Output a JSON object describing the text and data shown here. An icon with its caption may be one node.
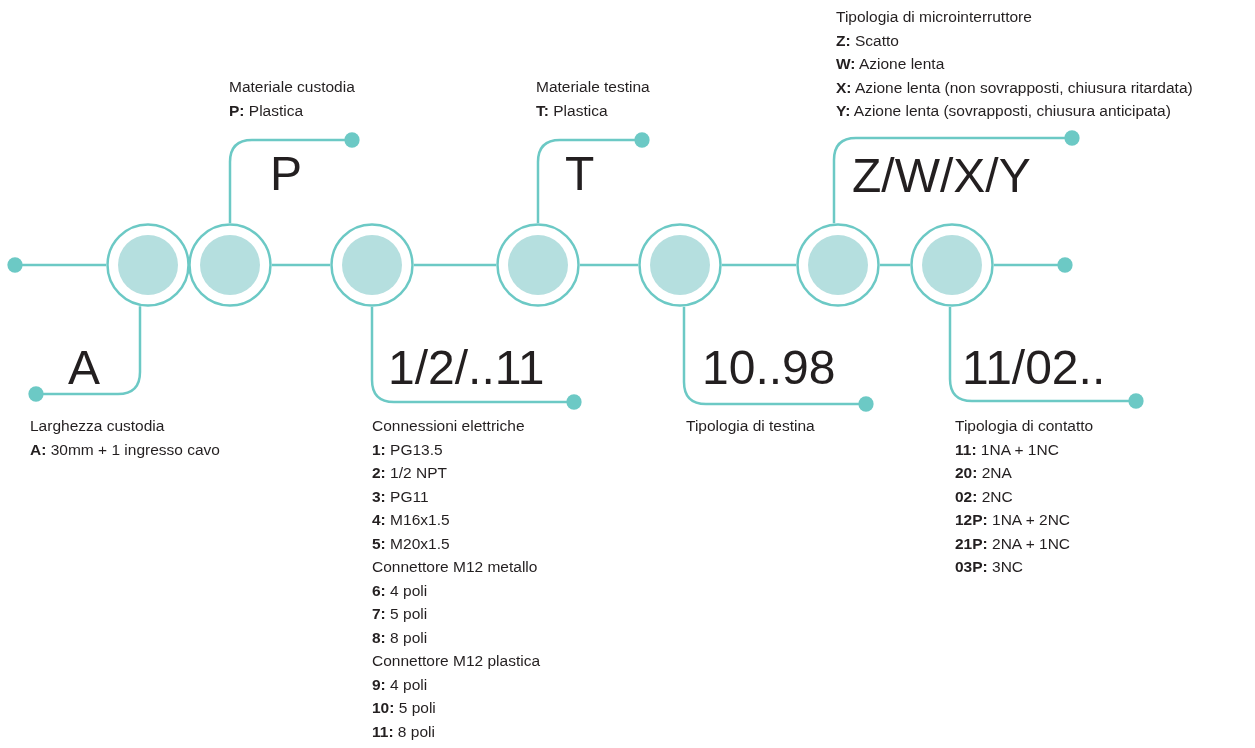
{
  "diagram": {
    "nodes": [
      {
        "text": [],
        "shape": "circle",
        "beside": [
          "A",
          "Larghezza custodia",
          "**A:** 30mm + 1 ingresso cavo"
        ]
      },
      {
        "text": [],
        "shape": "circle",
        "beside": [
          "P",
          "Materiale custodia",
          "**P:** Plastica"
        ]
      },
      {
        "text": [],
        "shape": "circle",
        "beside": [
          "1/2/..11",
          "Connessioni elettriche",
          "**1:** PG13.5",
          "**2:** 1/2 NPT",
          "**3:** PG11",
          "**4:** M16x1.5",
          "**5:** M20x1.5",
          "Connettore M12 metallo",
          "**6:** 4 poli",
          "**7:** 5 poli",
          "**8:** 8 poli",
          "Connettore M12 plastica",
          "**9:** 4 poli",
          "**10:** 5 poli",
          "**11:** 8 poli"
        ]
      },
      {
        "text": [],
        "shape": "circle",
        "beside": [
          "T",
          "Materiale testina",
          "**T:** Plastica"
        ]
      },
      {
        "text": [],
        "shape": "circle",
        "beside": [
          "10..98",
          "Tipologia di testina"
        ]
      },
      {
        "text": [],
        "shape": "circle",
        "beside": [
          "Z/W/X/Y",
          "Tipologia di microinterruttore",
          "**Z:** Scatto",
          "**W:** Azione lenta",
          "**X:** Azione lenta (non sovrapposti, chiusura ritardata)",
          "**Y:** Azione lenta (sovrapposti, chiusura anticipata)"
        ]
      },
      {
        "text": [],
        "shape": "circle",
        "beside": [
          "11/02..",
          "Tipologia di contatto",
          "**11:** 1NA + 1NC",
          "**20:** 2NA",
          "**02:** 2NC",
          "**12P:** 1NA + 2NC",
          "**21P:** 2NA + 1NC",
          "**03P:** 3NC"
        ]
      }
    ],
    "edges": [
      {
        "from": null,
        "to": 0,
        "arrow": "other"
      },
      {
        "from": 0,
        "to": null,
        "arrow": "other"
      },
      {
        "from": 1,
        "to": null,
        "arrow": "other"
      },
      {
        "from": 1,
        "to": 2,
        "arrow": "none"
      },
      {
        "from": 2,
        "to": null,
        "arrow": "other"
      },
      {
        "from": 2,
        "to": 3,
        "arrow": "none"
      },
      {
        "from": 3,
        "to": null,
        "arrow": "other"
      },
      {
        "from": 3,
        "to": 4,
        "arrow": "none"
      },
      {
        "from": 4,
        "to": null,
        "arrow": "other"
      },
      {
        "from": 4,
        "to": 5,
        "arrow": "none"
      },
      {
        "from": 5,
        "to": null,
        "arrow": "other"
      },
      {
        "from": 5,
        "to": 6,
        "arrow": "none"
      },
      {
        "from": 6,
        "to": null,
        "arrow": "other"
      },
      {
        "from": 6,
        "to": null,
        "arrow": "other"
      }
    ]
  }
}
